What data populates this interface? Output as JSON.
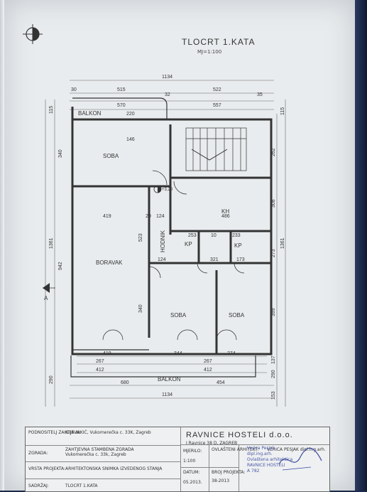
{
  "header": {
    "title": "TLOCRT 1.KATA",
    "scale": "MJ=1:100"
  },
  "plan": {
    "dims_top": [
      "1134",
      "515",
      "522",
      "570",
      "557",
      "220",
      "146",
      "30",
      "32",
      "35"
    ],
    "dims_bottom": [
      "419",
      "344",
      "274",
      "267",
      "267",
      "412",
      "412",
      "680",
      "454",
      "1134"
    ],
    "dims_inner": [
      "419",
      "20",
      "124",
      "486",
      "253",
      "10",
      "233",
      "124",
      "321",
      "173",
      "523",
      "340"
    ],
    "dims_left": [
      "115",
      "340",
      "1361",
      "942",
      "290"
    ],
    "dims_right": [
      "115",
      "262",
      "308",
      "273",
      "399",
      "137",
      "290",
      "153",
      "1361"
    ],
    "rooms": [
      "BALKON",
      "SOBA",
      "KH",
      "HODNIK",
      "KP",
      "KP",
      "BORAVAK",
      "SOBA",
      "SOBA",
      "BALKON"
    ],
    "level": "+3,20",
    "section_marker": "A"
  },
  "title_block": {
    "rows": [
      {
        "label": "PODNOSITELJ ZAHTJEVA:",
        "value": "ILIJA NIKIĆ, Vukomerečka c. 33K, Zagreb"
      },
      {
        "label": "ZGRADA:",
        "value": "ZAHTJEVNA STAMBENA ZGRADA",
        "value2": "Vukomerečka c. 33k, Zagreb"
      },
      {
        "label": "VRSTA PROJEKTA:",
        "value": "ARHITEKTONSKA SNIMKA IZVEDENOG STANJA"
      },
      {
        "label": "SADRŽAJ:",
        "value": "TLOCRT 1.KATA"
      }
    ],
    "company": "RAVNICE HOSTELI d.o.o.",
    "address": "I Ravnice 38 D, ZAGREB",
    "measure_label": "MJERILO:",
    "measure_value": "1:100",
    "designer_label": "OVLAŠTENI ARHITEKT:",
    "designer_name": "VERICA PESJAK dipl.ing.arh.",
    "date_label": "DATUM:",
    "date_value": "05.2013.",
    "project_no_label": "BROJ PROJEKTA:",
    "project_no_value": "38-2013",
    "stamp_lines": [
      "Verica Pesjak",
      "dipl.ing.arh.",
      "Ovlaštena arhitektica",
      "RAVNICE HOSTELI",
      "A 782"
    ]
  }
}
